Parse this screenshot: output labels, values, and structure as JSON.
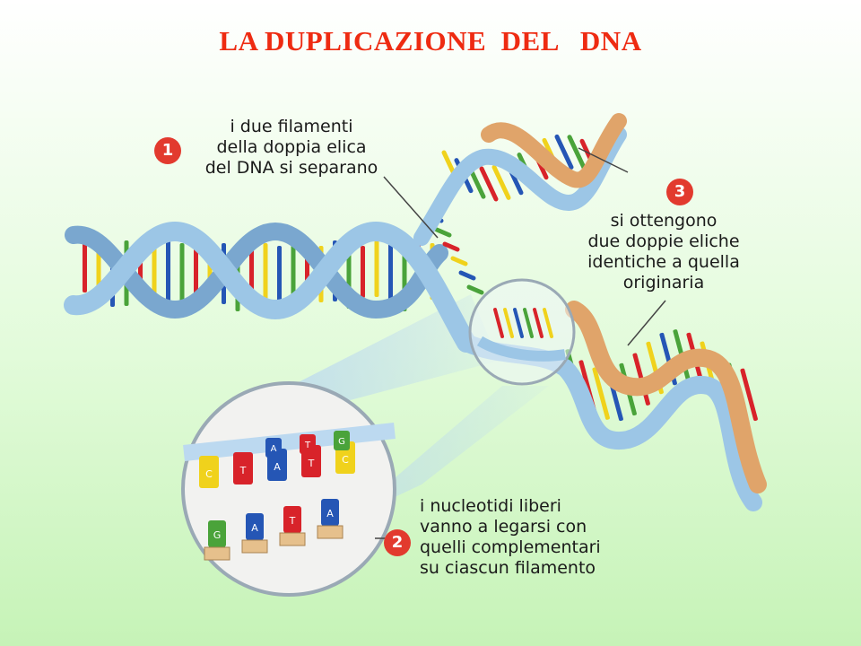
{
  "title": "LA DUPLICAZIONE  DEL   DNA",
  "steps": [
    {
      "number": "1",
      "lines": [
        "i due filamenti",
        "della doppia elica",
        "del DNA si separano"
      ]
    },
    {
      "number": "2",
      "lines": [
        "i nucleotidi liberi",
        "vanno a legarsi con",
        "quelli complementari",
        "su ciascun filamento"
      ]
    },
    {
      "number": "3",
      "lines": [
        "si ottengono",
        "due doppie eliche",
        "identiche a quella",
        "originaria"
      ]
    }
  ],
  "nucleotides": {
    "template_bases": [
      "C",
      "T",
      "A",
      "T",
      "C"
    ],
    "top_bases": [
      "A",
      "T",
      "G"
    ],
    "free_bases": [
      "G",
      "A",
      "T",
      "A"
    ]
  },
  "colors": {
    "title": "#ee2b12",
    "marker": "#e23a2e",
    "strand_blue": "#9cc6e6",
    "strand_orange": "#e0a46a",
    "base_red": "#d8232a",
    "base_blue": "#2556b5",
    "base_green": "#4aa33a",
    "base_yellow": "#f0d21c"
  }
}
